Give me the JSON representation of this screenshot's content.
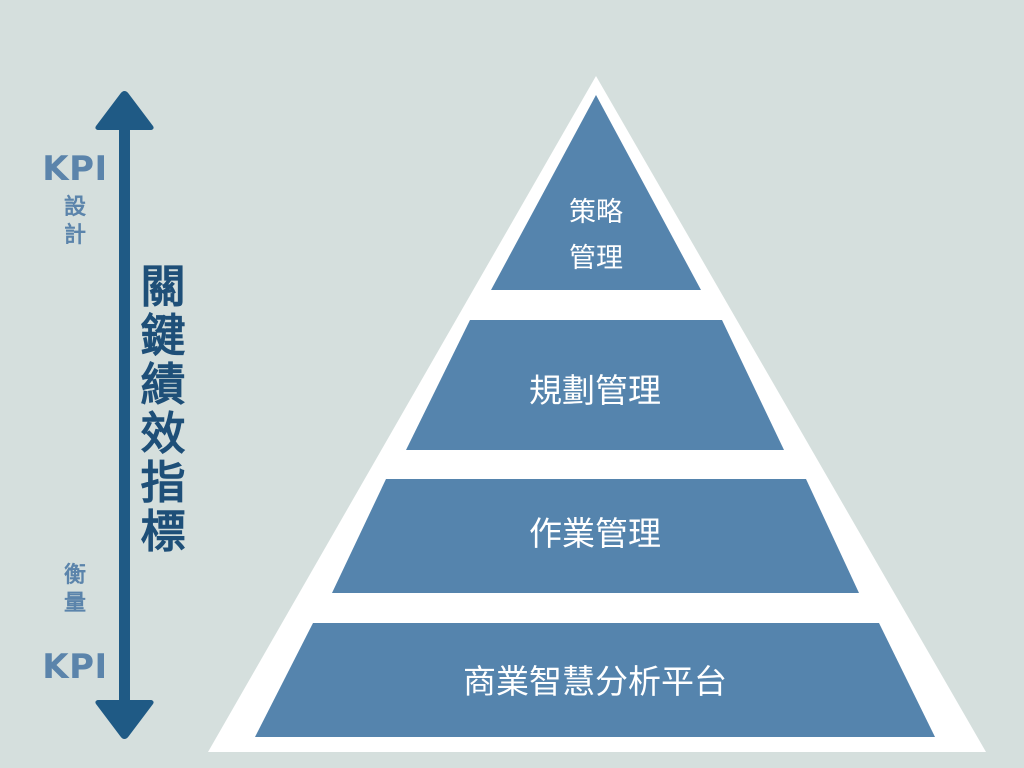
{
  "left_panel": {
    "kpi_design_heading": "KPI",
    "kpi_design_chars": [
      "設",
      "計"
    ],
    "vertical_title_chars": [
      "關",
      "鍵",
      "績",
      "效",
      "指",
      "標"
    ],
    "kpi_measure_chars": [
      "衡",
      "量"
    ],
    "kpi_measure_heading": "KPI"
  },
  "pyramid": {
    "tiers": [
      {
        "label_lines": [
          "策略",
          "管理"
        ]
      },
      {
        "label_lines": [
          "規劃管理"
        ]
      },
      {
        "label_lines": [
          "作業管理"
        ]
      },
      {
        "label_lines": [
          "商業智慧分析平台"
        ]
      }
    ]
  },
  "colors": {
    "background": "#d5dfdd",
    "pyramid_outline": "#ffffff",
    "tier_fill": "#5584ad",
    "tier_text": "#ffffff",
    "arrow": "#1f5a85",
    "vertical_title": "#1e4f78",
    "side_labels": "#5b84ab"
  }
}
